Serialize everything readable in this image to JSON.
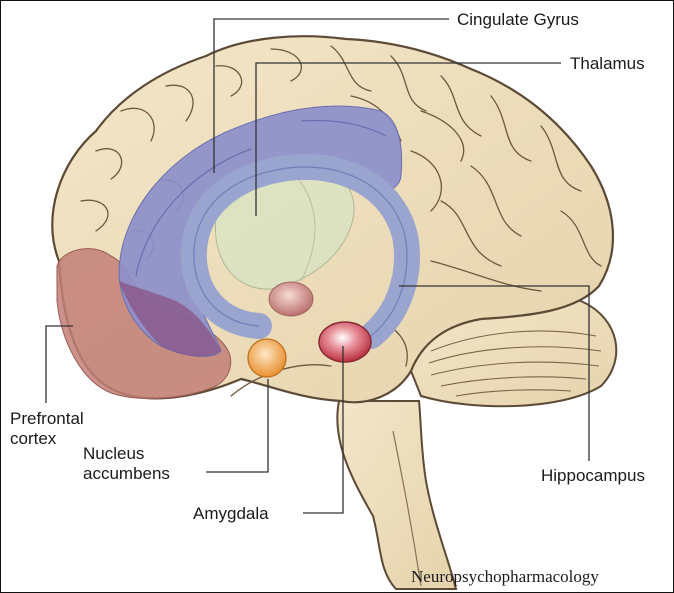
{
  "labels": {
    "cingulate_gyrus": "Cingulate Gyrus",
    "thalamus": "Thalamus",
    "prefrontal_cortex_line1": "Prefrontal",
    "prefrontal_cortex_line2": "cortex",
    "nucleus_accumbens_line1": "Nucleus",
    "nucleus_accumbens_line2": "accumbens",
    "amygdala": "Amygdala",
    "hippocampus": "Hippocampus"
  },
  "credit": "Neuropsychopharmacology",
  "colors": {
    "brain_fill": "#eedfbe",
    "brain_outline": "#5c4a36",
    "cingulate": "#8c8fcb",
    "hippocampus_arc": "#9aa5cf",
    "thalamus": "#d9e3c2",
    "prefrontal": "#c27f77",
    "amygdala": "#c4404a",
    "nucleus_accumbens": "#f0a049",
    "leader_line": "#333333"
  }
}
